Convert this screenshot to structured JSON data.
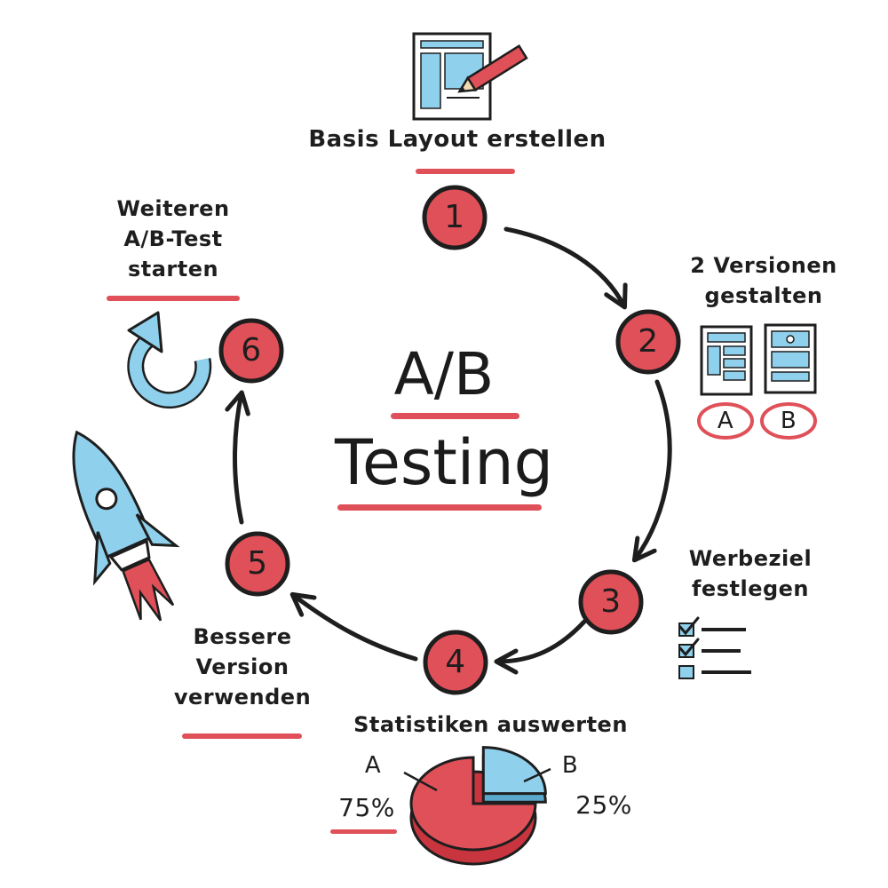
{
  "title": {
    "line1": "A/B",
    "line2": "Testing"
  },
  "steps": [
    {
      "number": "1",
      "label": [
        "Basis Layout erstellen"
      ]
    },
    {
      "number": "2",
      "label": [
        "2 Versionen",
        "gestalten"
      ]
    },
    {
      "number": "3",
      "label": [
        "Werbeziel",
        "festlegen"
      ]
    },
    {
      "number": "4",
      "label": [
        "Statistiken auswerten"
      ]
    },
    {
      "number": "5",
      "label": [
        "Bessere",
        "Version",
        "verwenden"
      ]
    },
    {
      "number": "6",
      "label": [
        "Weiteren",
        "A/B-Test",
        "starten"
      ]
    }
  ],
  "versions": {
    "a": "A",
    "b": "B"
  },
  "pie": {
    "a_label": "A",
    "a_value": "75%",
    "b_label": "B",
    "b_value": "25%",
    "a_fraction": 0.75,
    "b_fraction": 0.25
  },
  "colors": {
    "accent": "#e05058",
    "accent_dark": "#c8353e",
    "blue": "#8fd0ec",
    "ink": "#1e1e1e"
  },
  "icons": [
    "layout-pencil-icon",
    "version-mockup-icon",
    "checklist-icon",
    "pie-chart-icon",
    "rocket-icon",
    "refresh-arrow-icon"
  ]
}
